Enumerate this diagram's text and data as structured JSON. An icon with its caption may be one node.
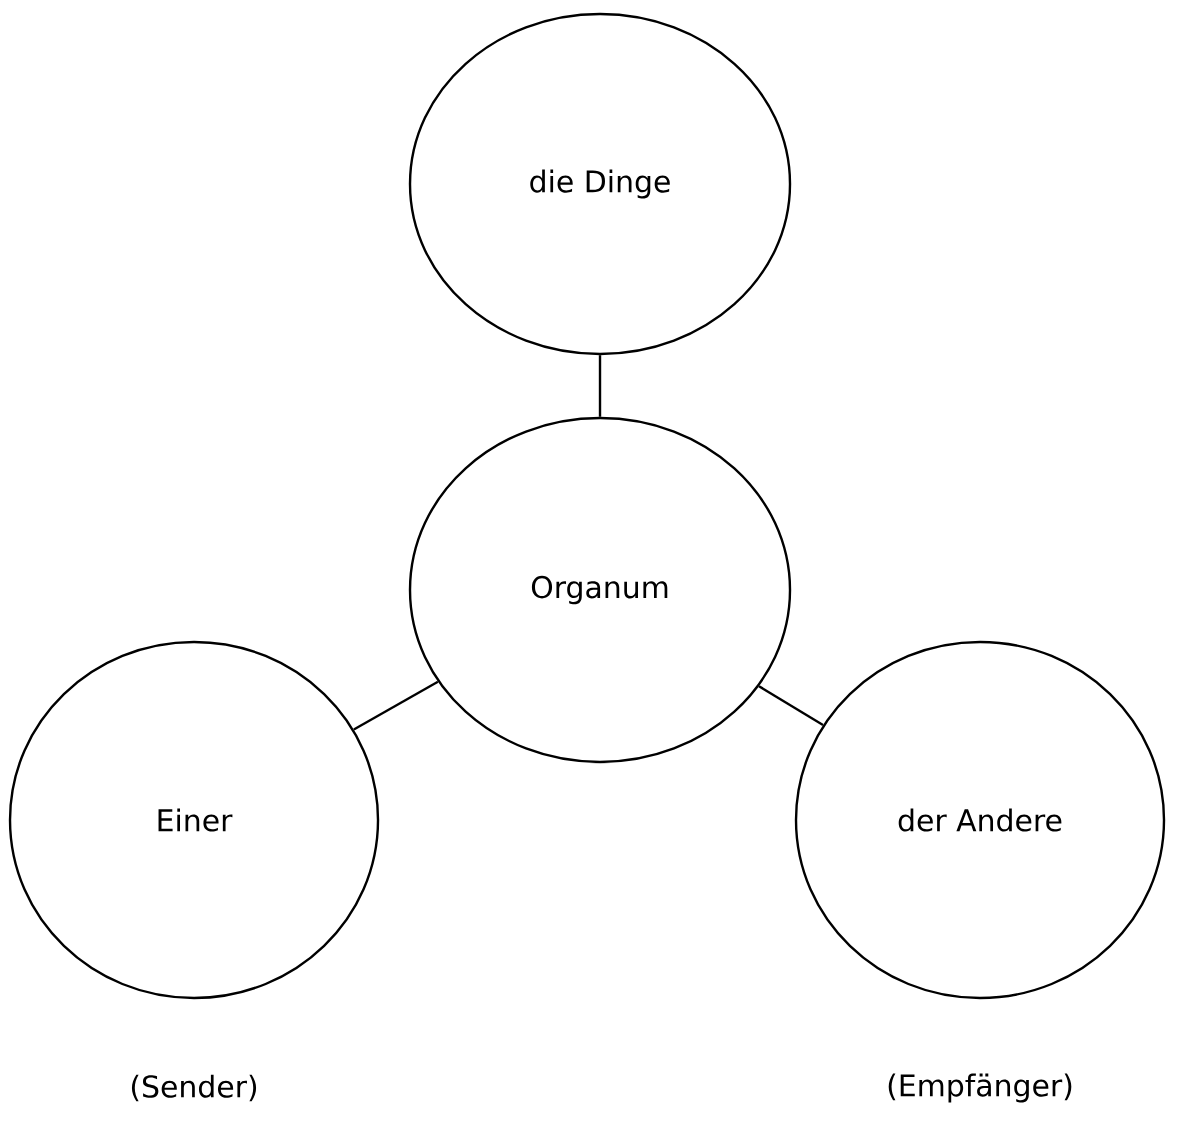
{
  "diagram": {
    "nodes": [
      {
        "text": [
          "die Dinge"
        ]
      },
      {
        "text": [
          "Organum"
        ]
      },
      {
        "text": [
          "Einer"
        ],
        "beside": [
          "(Sender)"
        ]
      },
      {
        "text": [
          "der Andere"
        ],
        "beside": [
          "(Empfänger)"
        ]
      }
    ],
    "edges": [
      {
        "from": 0,
        "to": 1,
        "arrow": "none"
      },
      {
        "from": 1,
        "to": 2,
        "arrow": "none"
      },
      {
        "from": 1,
        "to": 3,
        "arrow": "none"
      }
    ]
  }
}
